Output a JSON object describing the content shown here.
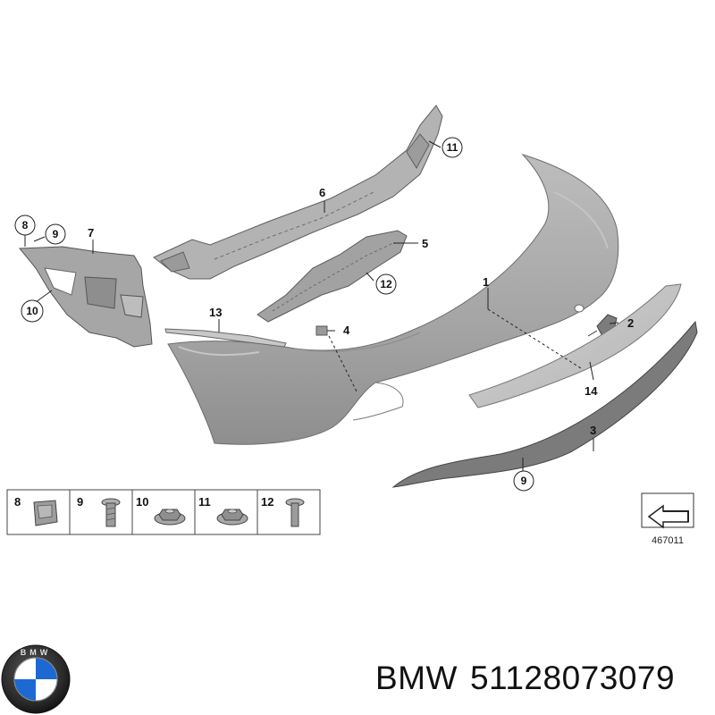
{
  "callouts": {
    "c1": "1",
    "c2": "2",
    "c3": "3",
    "c4": "4",
    "c5": "5",
    "c6": "6",
    "c7": "7",
    "c8": "8",
    "c9a": "9",
    "c9b": "9",
    "c10": "10",
    "c11": "11",
    "c12": "12",
    "c13": "13",
    "c14": "14"
  },
  "fastener_strip": [
    {
      "number": "8",
      "icon": "clip-nut-icon"
    },
    {
      "number": "9",
      "icon": "screw-icon"
    },
    {
      "number": "10",
      "icon": "hex-nut-icon"
    },
    {
      "number": "11",
      "icon": "hex-nut-icon"
    },
    {
      "number": "12",
      "icon": "bolt-icon"
    }
  ],
  "reference_code": "467011",
  "brand_logo_letters": "BMW",
  "caption": {
    "brand": "BMW",
    "part_number": "51128073079"
  },
  "colors": {
    "part_fill": "#a9a9a9",
    "part_dark": "#7e7e7e",
    "part_light": "#c9c9c9",
    "line": "#222222",
    "logo_blue": "#1c69d4"
  }
}
